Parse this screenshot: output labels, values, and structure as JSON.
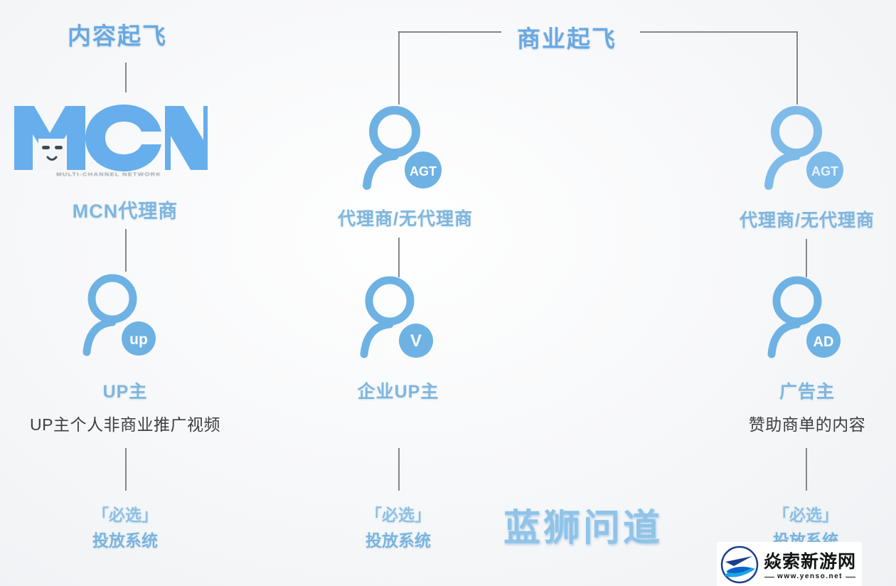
{
  "diagram": {
    "background_color": "#f7f8f9",
    "accent_color": "#7fb6dd",
    "line_color": "#6f7478",
    "headers": [
      {
        "id": "content",
        "label": "内容起飞"
      },
      {
        "id": "business",
        "label": "商业起飞"
      }
    ],
    "columns": [
      {
        "id": "mcn",
        "top_node": {
          "logo_text": "MCN",
          "logo_subtitle": "MULTI-CHANNEL NETWORK",
          "label": "MCN代理商"
        },
        "mid_node": {
          "icon": "person-icon",
          "badge": "up",
          "label": "UP主",
          "description": "UP主个人非商业推广视频"
        },
        "bottom_node": {
          "line1": "「必选」",
          "line2": "投放系统"
        }
      },
      {
        "id": "enterprise",
        "top_node": {
          "icon": "person-icon",
          "badge": "AGT",
          "label": "代理商/无代理商"
        },
        "mid_node": {
          "icon": "person-icon",
          "badge": "V",
          "label": "企业UP主",
          "description": ""
        },
        "bottom_node": {
          "line1": "「必选」",
          "line2": "投放系统"
        }
      },
      {
        "id": "advertiser",
        "top_node": {
          "icon": "person-icon",
          "badge": "AGT",
          "label": "代理商/无代理商"
        },
        "mid_node": {
          "icon": "person-icon",
          "badge": "AD",
          "label": "广告主",
          "description": "赞助商单的内容"
        },
        "bottom_node": {
          "line1": "「必选」",
          "line2": "投放系统"
        }
      }
    ],
    "watermark": "蓝狮问道",
    "site_logo": {
      "name": "焱索新游网",
      "url": "www.yenso.net"
    }
  }
}
